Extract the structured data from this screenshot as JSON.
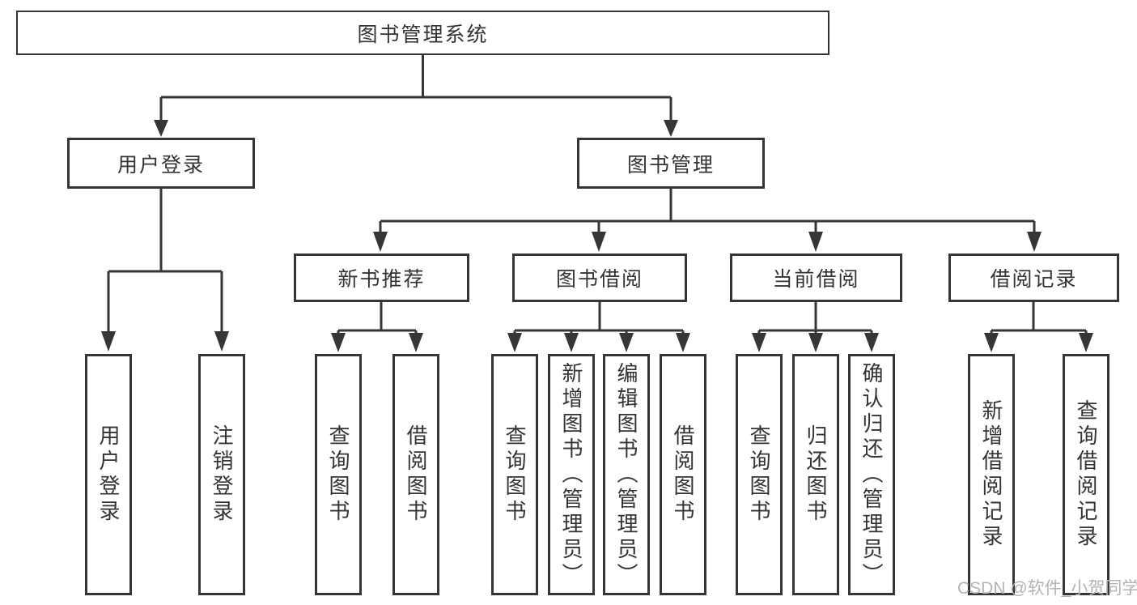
{
  "tree": {
    "label": "图书管理系统",
    "children": [
      {
        "label": "用户登录",
        "children": [
          {
            "label": "用户登录"
          },
          {
            "label": "注销登录"
          }
        ]
      },
      {
        "label": "图书管理",
        "children": [
          {
            "label": "新书推荐",
            "children": [
              {
                "label": "查询图书"
              },
              {
                "label": "借阅图书"
              }
            ]
          },
          {
            "label": "图书借阅",
            "children": [
              {
                "label": "查询图书"
              },
              {
                "label": "新增图书（管理员）"
              },
              {
                "label": "编辑图书（管理员）"
              },
              {
                "label": "借阅图书"
              }
            ]
          },
          {
            "label": "当前借阅",
            "children": [
              {
                "label": "查询图书"
              },
              {
                "label": "归还图书"
              },
              {
                "label": "确认归还（管理员）"
              }
            ]
          },
          {
            "label": "借阅记录",
            "children": [
              {
                "label": "新增借阅记录"
              },
              {
                "label": "查询借阅记录"
              }
            ]
          }
        ]
      }
    ]
  },
  "watermark": {
    "text": "CSDN @软件_小贺同学"
  },
  "colors": {
    "line": "#363636",
    "text": "#333333",
    "watermark": "#b3b3b3",
    "background": "#ffffff"
  }
}
